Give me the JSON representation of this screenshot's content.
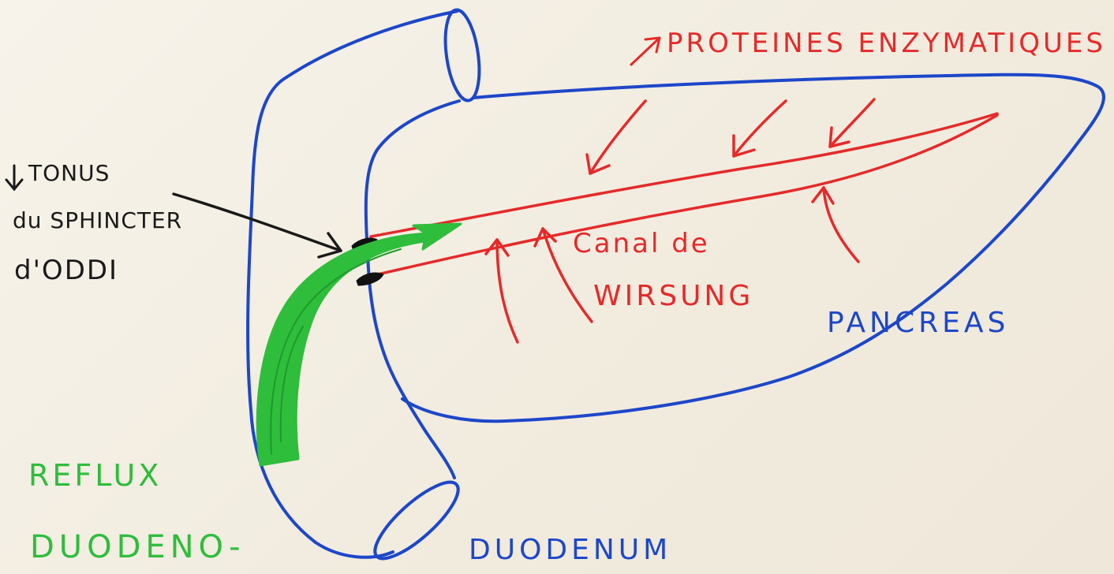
{
  "labels": {
    "proteines": "PROTEINES ENZYMATIQUES",
    "tonus": "TONUS",
    "sphincter": "du SPHINCTER",
    "oddi": "d'ODDI",
    "canal": "Canal de",
    "wirsung": "WIRSUNG",
    "pancreas": "PANCREAS",
    "reflux": "REFLUX",
    "duodeno": "DUODENO-",
    "duodenum": "DUODENUM"
  },
  "colors": {
    "organ_outline": "#1d47c9",
    "duct": "#e52a2a",
    "reflux_arrow": "#2fbd3c",
    "sphincter": "#111111",
    "paper": "#f4efe3"
  },
  "icons": {
    "tonus_indicator": "down-arrow-icon",
    "proteines_indicator": "up-right-arrow-icon"
  }
}
